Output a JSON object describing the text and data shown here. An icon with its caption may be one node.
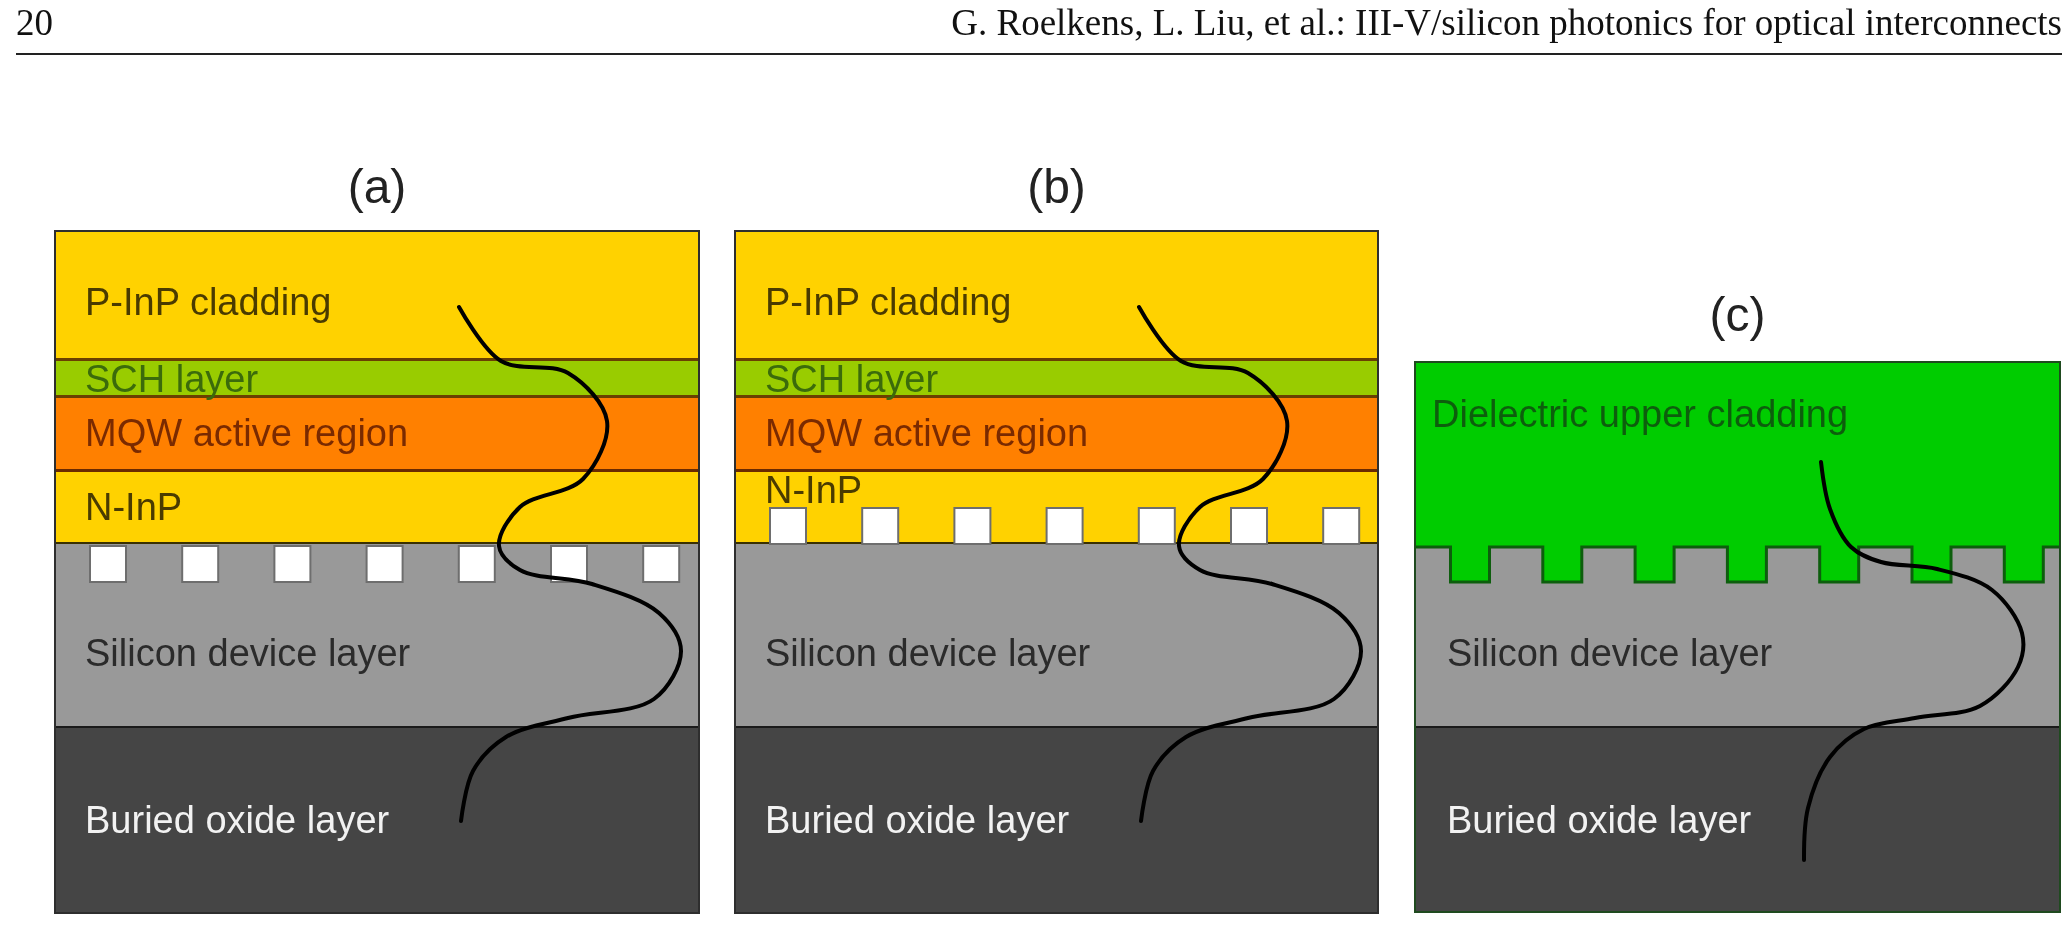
{
  "diagram": {
    "nodes": [
      {
        "text": [
          "(a)"
        ]
      },
      {
        "text": [
          "P-InP cladding"
        ],
        "in": 0
      },
      {
        "text": [
          "SCH layer"
        ],
        "in": 0
      },
      {
        "text": [
          "MQW active region"
        ],
        "in": 0
      },
      {
        "text": [
          "N-InP"
        ],
        "in": 0
      },
      {
        "text": [
          "Silicon device layer"
        ],
        "in": 0
      },
      {
        "text": [
          "Buried oxide layer"
        ],
        "in": 0
      },
      {
        "text": [
          "(b)"
        ]
      },
      {
        "text": [
          "P-InP cladding"
        ],
        "in": 7
      },
      {
        "text": [
          "SCH layer"
        ],
        "in": 7
      },
      {
        "text": [
          "MQW active region"
        ],
        "in": 7
      },
      {
        "text": [
          "N-InP"
        ],
        "in": 7
      },
      {
        "text": [
          "Silicon device layer"
        ],
        "in": 7
      },
      {
        "text": [
          "Buried oxide layer"
        ],
        "in": 7
      },
      {
        "text": [
          "(c)"
        ]
      },
      {
        "text": [
          "Dielectric upper cladding"
        ],
        "in": 14
      },
      {
        "text": [
          "Silicon device layer"
        ],
        "in": 14
      },
      {
        "text": [
          "Buried oxide layer"
        ],
        "in": 14
      }
    ],
    "labels": [
      "20",
      "G. Roelkens, L. Liu, et al.: III-V/silicon photonics for optical interconnects"
    ]
  }
}
